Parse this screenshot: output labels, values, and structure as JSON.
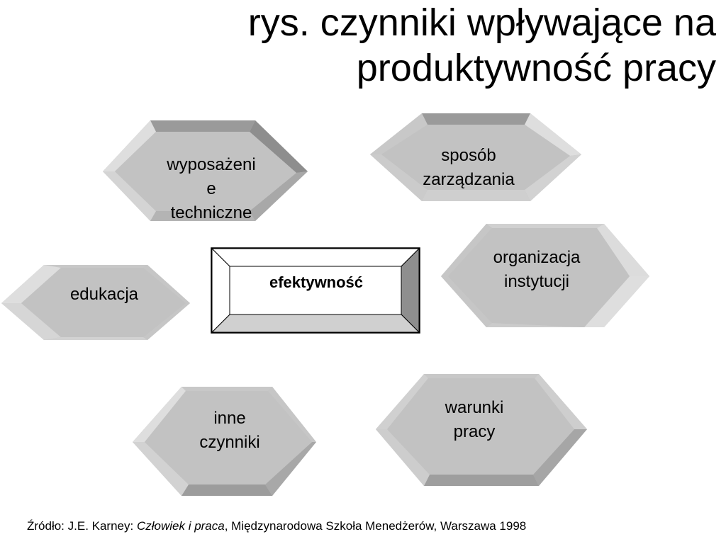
{
  "title": {
    "line1": "rys. czynniki wpływające na",
    "line2": "produktywność pracy"
  },
  "center": {
    "label": "efektywność"
  },
  "factors": [
    {
      "lines": [
        "wyposażeni",
        "e",
        "techniczne"
      ]
    },
    {
      "lines": [
        "sposób",
        "zarządzania"
      ]
    },
    {
      "lines": [
        "organizacja",
        "instytucji"
      ]
    },
    {
      "lines": [
        "edukacja"
      ]
    },
    {
      "lines": [
        "inne",
        "czynniki"
      ]
    },
    {
      "lines": [
        "warunki",
        "pracy"
      ]
    }
  ],
  "source": {
    "prefix": "Źródło: J.E. Karney: ",
    "book": "Człowiek i praca",
    "suffix": ", Międzynarodowa Szkoła Menedżerów, Warszawa 1998"
  },
  "colors": {
    "hex_face": "#c2c2c2",
    "hex_light": "#dedede",
    "hex_dark": "#8e8e8e",
    "hex_mid": "#a8a8a8",
    "hex_stroke": "#a0a0a0",
    "box_face": "#ffffff",
    "box_stroke": "#000000"
  }
}
